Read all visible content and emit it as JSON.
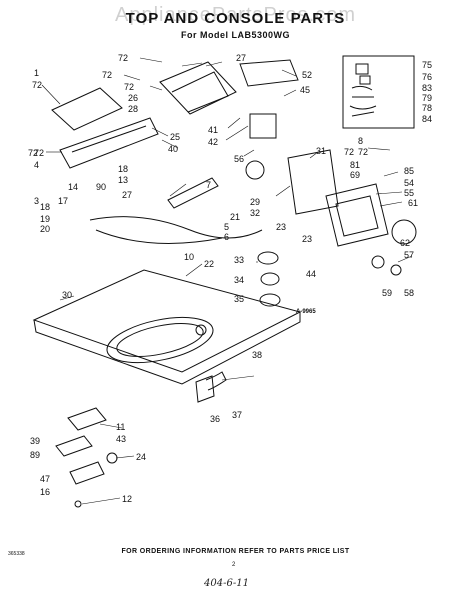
{
  "header": {
    "watermark": "AppliancePartsPros.com",
    "title": "TOP AND CONSOLE PARTS",
    "subtitle": "For Model LAB5300WG"
  },
  "reference_code": "A-9965",
  "footer": {
    "ordering_note": "FOR ORDERING INFORMATION REFER TO PARTS PRICE LIST",
    "page_number": "2",
    "doc_code": "365338",
    "handwritten_note": "404-6-11"
  },
  "callouts": [
    "1",
    "72",
    "72",
    "27",
    "72",
    "52",
    "72",
    "26",
    "28",
    "45",
    "25",
    "41",
    "42",
    "40",
    "72",
    "56",
    "31",
    "4",
    "18",
    "13",
    "90",
    "14",
    "27",
    "17",
    "7",
    "29",
    "32",
    "23",
    "30",
    "3",
    "18",
    "19",
    "20",
    "21",
    "5",
    "6",
    "10",
    "22",
    "33",
    "34",
    "35",
    "44",
    "23",
    "38",
    "36",
    "37",
    "11",
    "39",
    "43",
    "89",
    "24",
    "47",
    "16",
    "12",
    "75",
    "76",
    "83",
    "79",
    "78",
    "84",
    "8",
    "72",
    "81",
    "69",
    "85",
    "54",
    "55",
    "61",
    "62",
    "57",
    "59",
    "58",
    "72",
    "72"
  ]
}
